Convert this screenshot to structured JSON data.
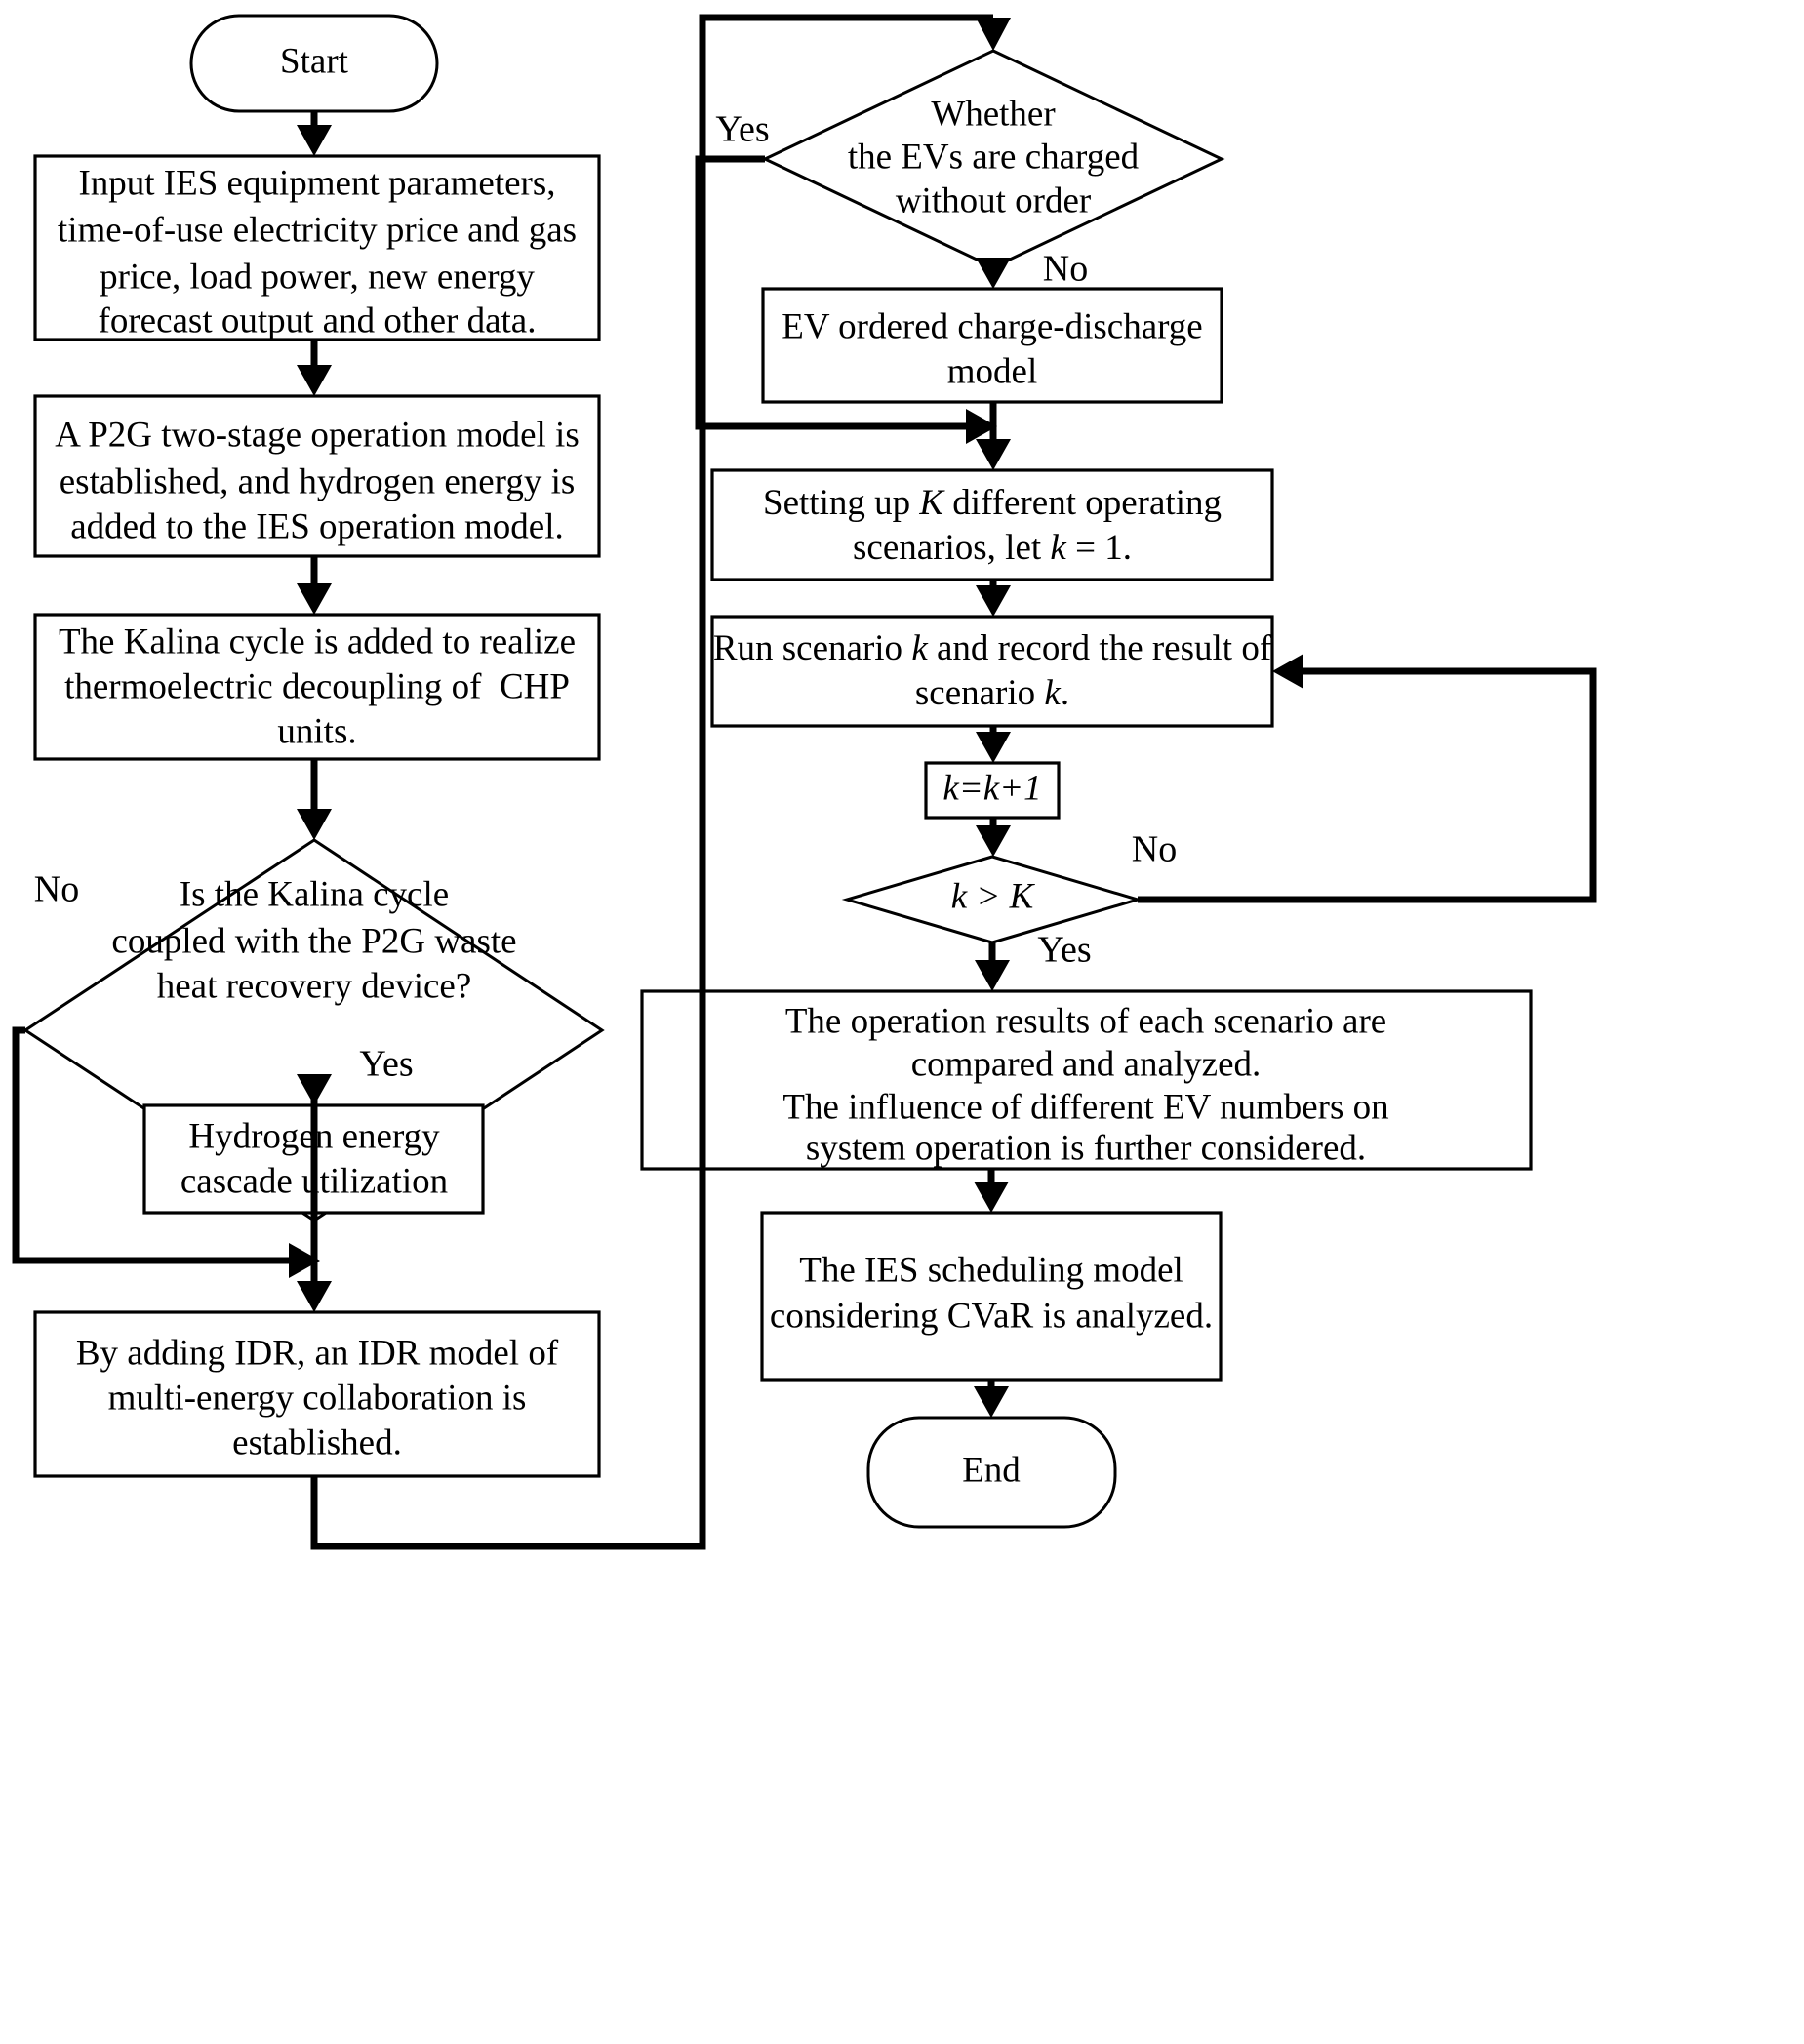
{
  "diagram": {
    "title": "IES scheduling flowchart",
    "type": "flowchart",
    "background_color": "#ffffff",
    "line_color": "#000000",
    "text_color": "#000000"
  },
  "nodes": {
    "start": {
      "shape": "terminator",
      "label": "Start"
    },
    "input_params": {
      "shape": "process",
      "lines": [
        "Input IES equipment parameters,",
        "time-of-use electricity price and gas",
        "price, load power, new energy",
        "forecast output and other data."
      ]
    },
    "p2g_model": {
      "shape": "process",
      "lines": [
        "A P2G two-stage operation model is",
        "established, and hydrogen energy is",
        "added to the IES operation model."
      ]
    },
    "kalina_cycle": {
      "shape": "process",
      "lines": [
        "The Kalina cycle is added to realize",
        "thermoelectric decoupling of  CHP",
        "units."
      ]
    },
    "kalina_decision": {
      "shape": "decision",
      "lines": [
        "Is the Kalina cycle",
        "coupled with the P2G waste",
        "heat recovery device?"
      ]
    },
    "hydrogen_cascade": {
      "shape": "process",
      "lines": [
        "Hydrogen energy",
        "cascade utilization"
      ]
    },
    "idr_model": {
      "shape": "process",
      "lines": [
        "By adding IDR, an IDR model of",
        "multi-energy collaboration is",
        "established."
      ]
    },
    "ev_decision": {
      "shape": "decision",
      "lines": [
        "Whether",
        "the EVs are charged",
        "without order"
      ]
    },
    "ev_ordered_model": {
      "shape": "process",
      "lines": [
        "EV ordered charge-discharge",
        "model"
      ]
    },
    "setting_scenarios": {
      "shape": "process",
      "lines": [
        "Setting up K different operating",
        "scenarios, let k = 1."
      ]
    },
    "run_scenario": {
      "shape": "process",
      "lines": [
        "Run scenario k and record the result of",
        "scenario k."
      ]
    },
    "increment_k": {
      "shape": "process",
      "label": "k=k+1"
    },
    "k_gt_K": {
      "shape": "decision",
      "label": "k > K"
    },
    "compare_results": {
      "shape": "process",
      "lines": [
        "The operation results of each scenario are",
        "compared and analyzed.",
        "The influence of different EV numbers on",
        "system operation is further considered."
      ]
    },
    "cvar_model": {
      "shape": "process",
      "lines": [
        "The IES scheduling model",
        "considering CVaR is analyzed."
      ]
    },
    "end": {
      "shape": "terminator",
      "label": "End"
    }
  },
  "edge_labels": {
    "kalina_no": "No",
    "kalina_yes": "Yes",
    "ev_yes": "Yes",
    "ev_no": "No",
    "kgtK_no": "No",
    "kgtK_yes": "Yes"
  }
}
